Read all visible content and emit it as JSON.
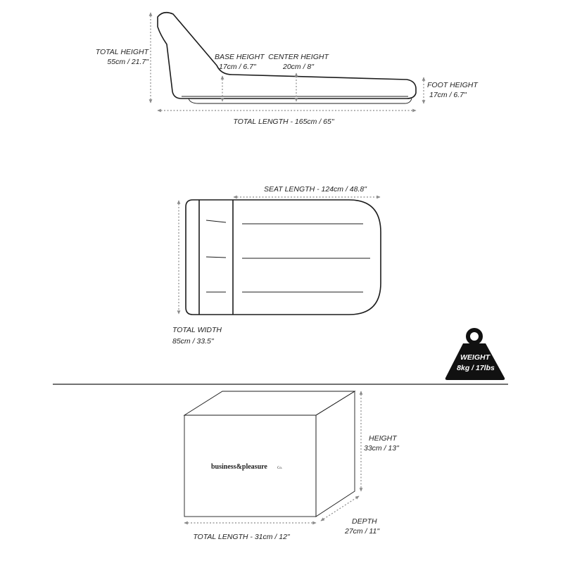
{
  "side_view": {
    "total_height": {
      "title": "TOTAL HEIGHT",
      "value": "55cm / 21.7\""
    },
    "base_height": {
      "title": "BASE HEIGHT",
      "value": "17cm / 6.7\""
    },
    "center_height": {
      "title": "CENTER HEIGHT",
      "value": "20cm / 8\""
    },
    "foot_height": {
      "title": "FOOT HEIGHT",
      "value": "17cm / 6.7\""
    },
    "total_length": "TOTAL LENGTH - 165cm / 65\""
  },
  "top_view": {
    "seat_length": "SEAT LENGTH - 124cm / 48.8\"",
    "total_width": {
      "title": "TOTAL WIDTH",
      "value": "85cm / 33.5\""
    }
  },
  "weight": {
    "title": "WEIGHT",
    "value": "8kg / 17lbs"
  },
  "box_view": {
    "logo": {
      "text": "business&pleasure",
      "suffix": "Co."
    },
    "height": {
      "title": "HEIGHT",
      "value": "33cm / 13\""
    },
    "depth": {
      "title": "DEPTH",
      "value": "27cm / 11\""
    },
    "total_length": "TOTAL LENGTH - 31cm / 12\""
  },
  "colors": {
    "outline": "#1c1c1c",
    "dimension_line": "#8a8a8a",
    "weight_badge": "#111111",
    "background": "#ffffff"
  }
}
